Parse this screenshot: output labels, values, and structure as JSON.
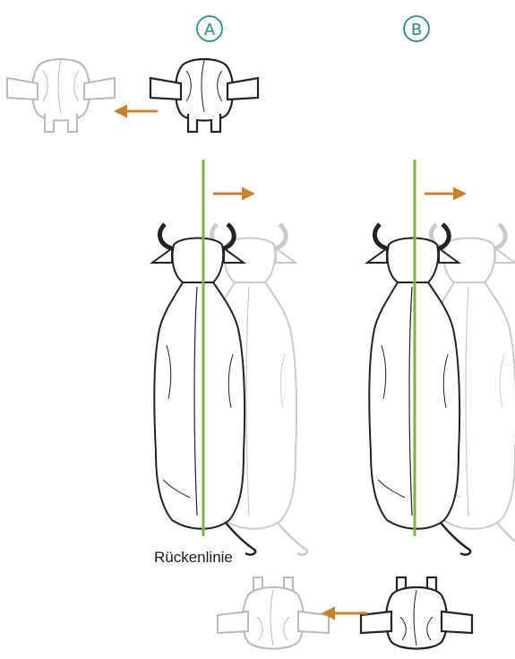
{
  "labels": {
    "a": "A",
    "b": "B"
  },
  "caption": "Rückenlinie",
  "colors": {
    "arrow": "#c9812b",
    "line": "#7cb342",
    "ink": "#222222",
    "ghost": "#b8b8b8",
    "label": "#2b8c86"
  },
  "icons": [
    "cow-top-view-icon",
    "cow-front-view-icon",
    "cow-rear-view-icon",
    "arrow-right-icon",
    "arrow-left-icon"
  ]
}
